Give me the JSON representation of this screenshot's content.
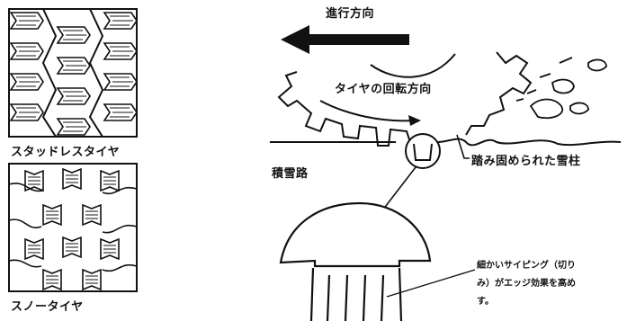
{
  "labels": {
    "travel_direction": "進行方向",
    "tire_rotation": "タイヤの回転方向",
    "studless_tire": "スタッドレスタイヤ",
    "snow_tire": "スノータイヤ",
    "snowy_road": "積雪路",
    "packed_snow_pillar": "踏み固められた雪柱",
    "sipe_note_line1": "細かいサイピング（切り",
    "sipe_note_line2": "み）がエッジ効果を高め",
    "sipe_note_line3": "す。"
  },
  "colors": {
    "ink": "#111111",
    "background": "#ffffff"
  }
}
